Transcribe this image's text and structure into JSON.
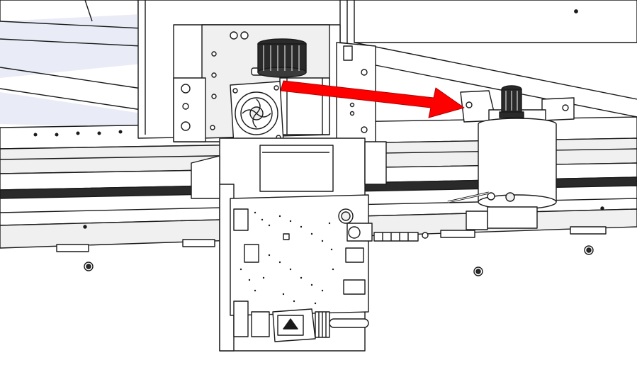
{
  "diagram": {
    "kind": "technical-line-drawing",
    "components": [
      {
        "name": "gantry-rail",
        "icon": "rail-extrusion-icon"
      },
      {
        "name": "spindle-motor-mount",
        "icon": "motor-mount-icon"
      },
      {
        "name": "cooling-fan",
        "icon": "fan-icon"
      },
      {
        "name": "pulley-gear",
        "icon": "gear-icon"
      },
      {
        "name": "control-board",
        "icon": "circuit-board-icon"
      },
      {
        "name": "connector-plug",
        "icon": "plug-icon"
      },
      {
        "name": "tool-cylinder",
        "icon": "cylinder-icon"
      },
      {
        "name": "direction-arrow",
        "icon": "arrow-right-icon"
      }
    ],
    "colors": {
      "line": "#1a1a1a",
      "fill": "#ffffff",
      "shade": "#f0f0f0",
      "dark": "#2a2a2a",
      "arrow": "#ff0000",
      "tint": "#e9ecf6"
    }
  }
}
